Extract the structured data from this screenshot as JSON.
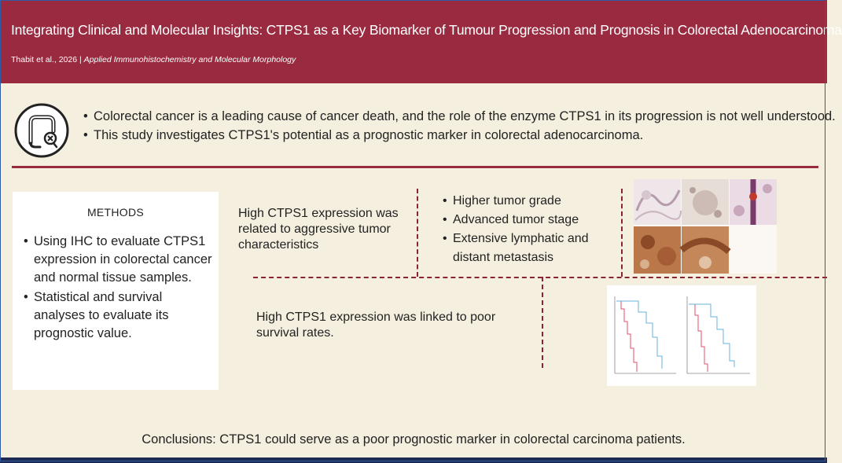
{
  "header": {
    "title": "Integrating Clinical and Molecular Insights: CTPS1 as a Key Biomarker of Tumour Progression and Prognosis in Colorectal Adenocarcinoma",
    "authors": "Thabit et al., 2026",
    "separator": "|",
    "journal": "Applied Immunohistochemistry and Molecular Morphology"
  },
  "intro": {
    "icon": "colon-icon",
    "bullets": [
      "Colorectal cancer is a leading cause of cancer death, and the role of the enzyme CTPS1 in its progression is not well understood.",
      "This study investigates CTPS1's potential as a prognostic marker in colorectal adenocarcinoma."
    ]
  },
  "methods": {
    "title": "METHODS",
    "bullets": [
      "Using IHC to evaluate CTPS1 expression in colorectal cancer and normal tissue samples.",
      "Statistical and survival analyses to evaluate its prognostic value."
    ]
  },
  "findings": {
    "aggressive": "High CTPS1 expression was related to aggressive tumor characteristics",
    "features": [
      "Higher tumor grade",
      "Advanced tumor stage",
      "Extensive lymphatic and distant metastasis"
    ],
    "survival": "High CTPS1 expression was linked to poor survival rates."
  },
  "conclusion": "Conclusions: CTPS1 could serve as a poor prognostic marker in colorectal carcinoma patients.",
  "colors": {
    "header": "#9a2a40",
    "background": "#f5efdf",
    "accent": "#8a2338"
  }
}
